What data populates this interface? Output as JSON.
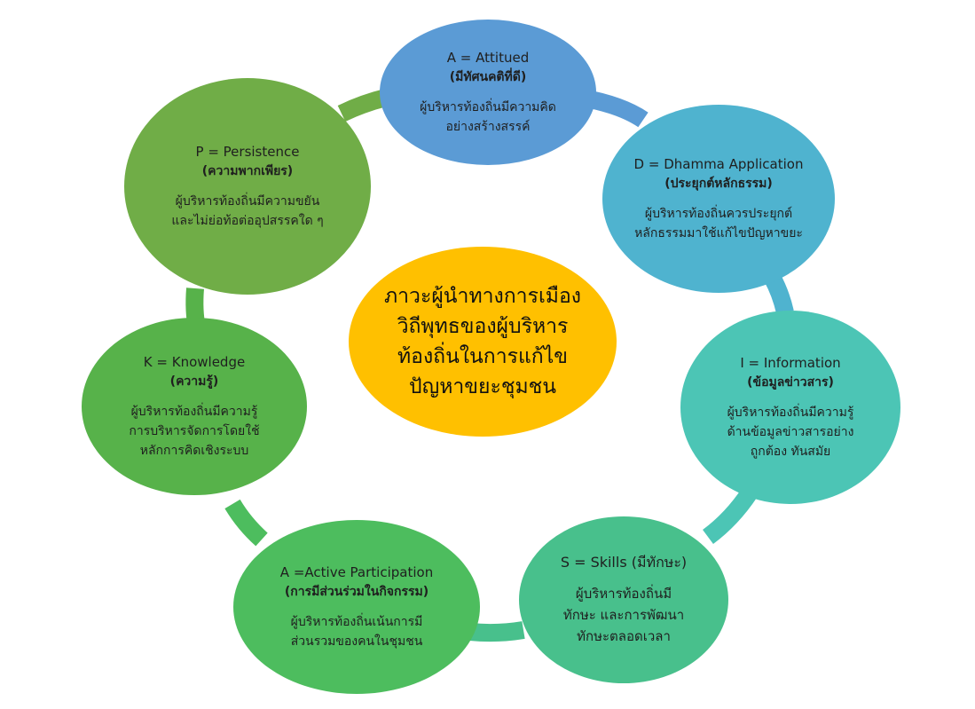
{
  "center": {
    "text": "ภาวะผู้นำทางการเมือง\nวิถีพุทธของผู้บริหาร\nท้องถิ่นในการแก้ไข\nปัญหาขยะชุมชน",
    "color": "#FFC000"
  },
  "nodes": [
    {
      "id": "attitude",
      "title": "A = Attitued",
      "subtitle": "(มีทัศนคติที่ดี)",
      "desc": "ผู้บริหารท้องถิ่นมีความคิด\nอย่างสร้างสรรค์",
      "color": "#5B9BD5"
    },
    {
      "id": "dhamma",
      "title": "D = Dhamma Application",
      "subtitle": "(ประยุกต์หลักธรรม)",
      "desc": "ผู้บริหารท้องถิ่นควรประยุกต์\nหลักธรรมมาใช้แก้ไขปัญหาขยะ",
      "color": "#4FB3CF"
    },
    {
      "id": "information",
      "title": "I = Information",
      "subtitle": "(ข้อมูลข่าวสาร)",
      "desc": "ผู้บริหารท้องถิ่นมีความรู้\nด้านข้อมูลข่าวสารอย่าง\nถูกต้อง ทันสมัย",
      "color": "#4CC5B5"
    },
    {
      "id": "skills",
      "title": "S = Skills (มีทักษะ)",
      "subtitle": "",
      "desc": "ผู้บริหารท้องถิ่นมี\nทักษะ และการพัฒนา\nทักษะตลอดเวลา",
      "color": "#48C08C"
    },
    {
      "id": "active",
      "title": "A =Active Participation",
      "subtitle": "(การมีส่วนร่วมในกิจกรรม)",
      "desc": "ผู้บริหารท้องถิ่นเน้นการมี\nส่วนรวมของคนในชุมชน",
      "color": "#4DBD5E"
    },
    {
      "id": "knowledge",
      "title": "K = Knowledge",
      "subtitle": "(ความรู้)",
      "desc": "ผู้บริหารท้องถิ่นมีความรู้\nการบริหารจัดการโดยใช้\nหลักการคิดเชิงระบบ",
      "color": "#57B24A"
    },
    {
      "id": "persistence",
      "title": "P = Persistence",
      "subtitle": "(ความพากเพียร)",
      "desc": "ผู้บริหารท้องถิ่นมีความขยัน\nและไม่ย่อท้อต่ออุปสรรคใด ๆ",
      "color": "#70AD47"
    }
  ]
}
